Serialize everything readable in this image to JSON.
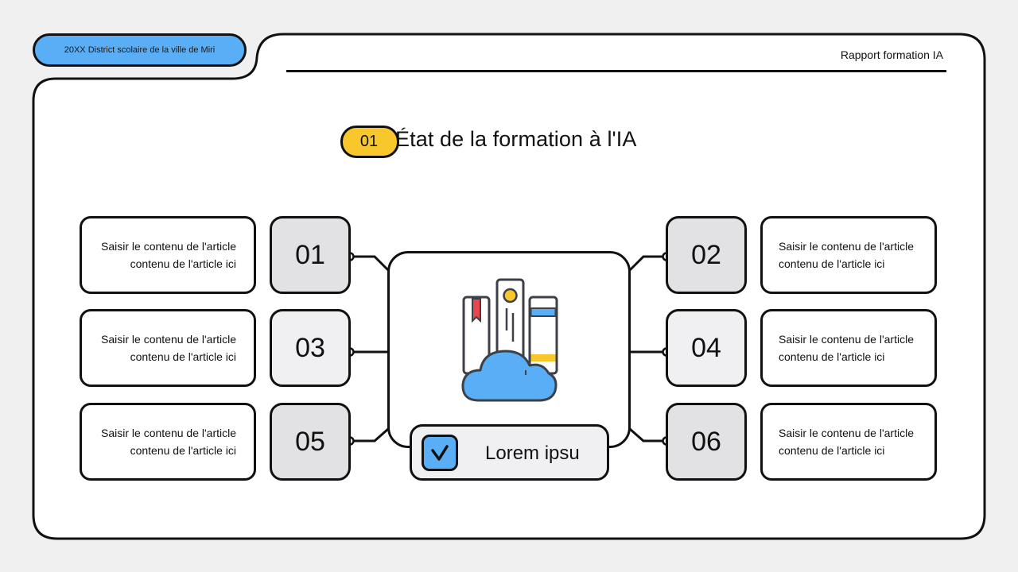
{
  "header": {
    "district_label": "20XX District scolaire de la ville de Miri",
    "report_title": "Rapport formation IA"
  },
  "section": {
    "number": "01",
    "title": "État de la formation à l'IA"
  },
  "items": [
    {
      "number": "01",
      "text": "Saisir le contenu de l'article contenu de l'article ici",
      "line1": "Saisir le contenu de l'article",
      "line2": "contenu de l'article ici",
      "side": "left"
    },
    {
      "number": "02",
      "text": "Saisir le contenu de l'article contenu de l'article ici",
      "line1": "Saisir le contenu de l'article",
      "line2": "contenu de l'article ici",
      "side": "right"
    },
    {
      "number": "03",
      "text": "Saisir le contenu de l'article contenu de l'article ici",
      "line1": "Saisir le contenu de l'article",
      "line2": "contenu de l'article ici",
      "side": "left"
    },
    {
      "number": "04",
      "text": "Saisir le contenu de l'article contenu de l'article ici",
      "line1": "Saisir le contenu de l'article",
      "line2": "contenu de l'article ici",
      "side": "right"
    },
    {
      "number": "05",
      "text": "Saisir le contenu de l'article contenu de l'article ici",
      "line1": "Saisir le contenu de l'article",
      "line2": "contenu de l'article ici",
      "side": "left"
    },
    {
      "number": "06",
      "text": "Saisir le contenu de l'article contenu de l'article ici",
      "line1": "Saisir le contenu de l'article",
      "line2": "contenu de l'article ici",
      "side": "right"
    }
  ],
  "center": {
    "icon": "books-cloud-icon",
    "label": "Lorem ipsu",
    "check_icon": "checkmark-icon"
  },
  "colors": {
    "background": "#f1f0f1",
    "accent_blue": "#5aaef5",
    "accent_yellow": "#f7c72b",
    "bookmark_red": "#e8474f",
    "stroke": "#111111",
    "num_box_dark": "#e2e1e3",
    "num_box_light": "#f0eff1"
  }
}
